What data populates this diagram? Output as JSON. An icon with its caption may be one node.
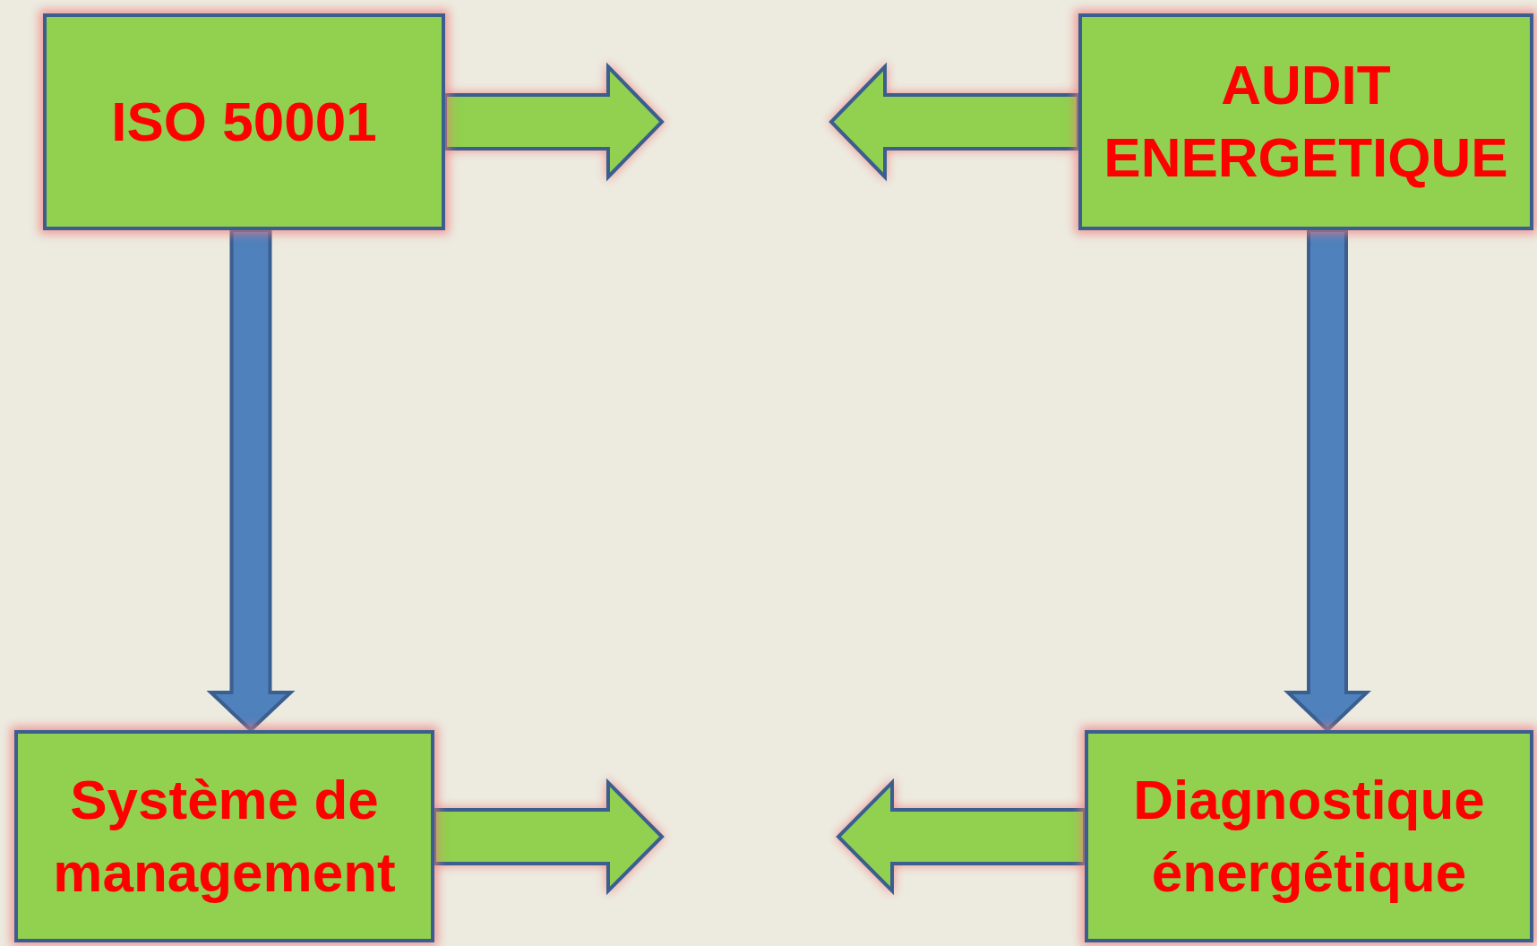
{
  "diagram": {
    "nodes": [
      {
        "text": [
          "ISO 50001"
        ]
      },
      {
        "text": [
          "AUDIT ENERGETIQUE"
        ]
      },
      {
        "text": [
          "Système de management"
        ]
      },
      {
        "text": [
          "Diagnostique énergétique"
        ]
      }
    ],
    "edges": [
      {
        "from": 0,
        "to": null,
        "arrow": "to"
      },
      {
        "from": 1,
        "to": null,
        "arrow": "to"
      },
      {
        "from": 0,
        "to": 2,
        "arrow": "to",
        "color": "#4f81bd"
      },
      {
        "from": 1,
        "to": 3,
        "arrow": "to",
        "color": "#4f81bd"
      },
      {
        "from": 2,
        "to": null,
        "arrow": "to"
      },
      {
        "from": 3,
        "to": null,
        "arrow": "to"
      }
    ]
  }
}
